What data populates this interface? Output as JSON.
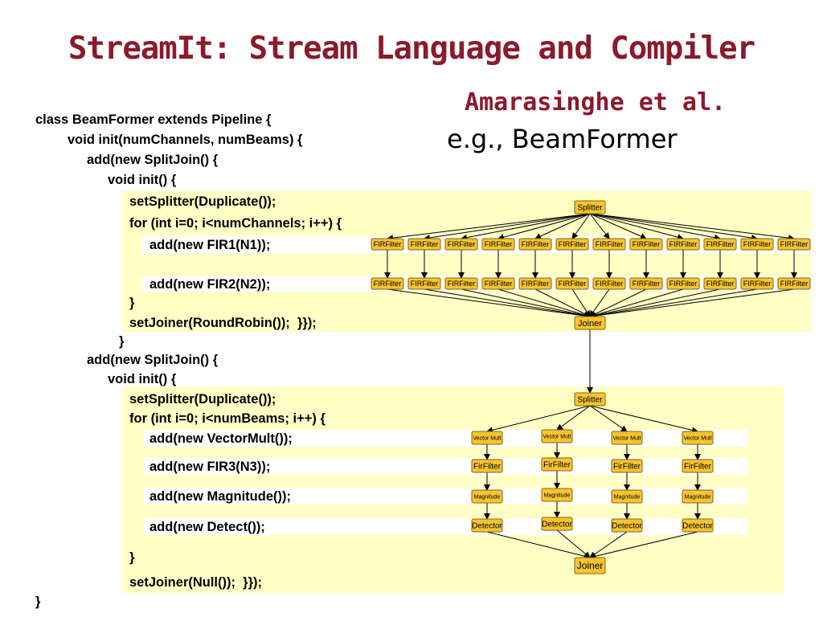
{
  "slide": {
    "title": "StreamIt: Stream Language and Compiler",
    "authors": "Amarasinghe et al.",
    "example": "e.g., BeamFormer"
  },
  "code": {
    "l1": "class BeamFormer extends Pipeline {",
    "l2": "void init(numChannels, numBeams) {",
    "l3": "add(new SplitJoin() {",
    "l4": "void init() {",
    "l5": "setSplitter(Duplicate());",
    "l6": "for (int i=0; i<numChannels; i++) {",
    "l7": "add(new FIR1(N1));",
    "l8": "add(new FIR2(N2));",
    "l9": "}",
    "l10": "setJoiner(RoundRobin());  }});",
    "l11": "}",
    "l12": "add(new SplitJoin() {",
    "l13": "void init() {",
    "l14": "setSplitter(Duplicate());",
    "l15": "for (int i=0; i<numBeams; i++) {",
    "l16": "add(new VectorMult());",
    "l17": "add(new FIR3(N3));",
    "l18": "add(new Magnitude());",
    "l19": "add(new Detect());",
    "l20": "}",
    "l21": "setJoiner(Null());  }});",
    "l22": "}"
  },
  "graph": {
    "splitter1": "Splitter",
    "firfilter": "FIRFilter",
    "joiner1": "Joiner",
    "splitter2": "Splitter",
    "vectormult": "Vector Mult",
    "firfilter_lower": "FirFilter",
    "magnitude": "Magnitude",
    "detector": "Detector",
    "joiner2": "Joiner"
  },
  "colors": {
    "title": "#8b1a2c",
    "panel": "#ffffc6",
    "node_fill": "#f5c430",
    "node_stroke": "#8a6400"
  }
}
